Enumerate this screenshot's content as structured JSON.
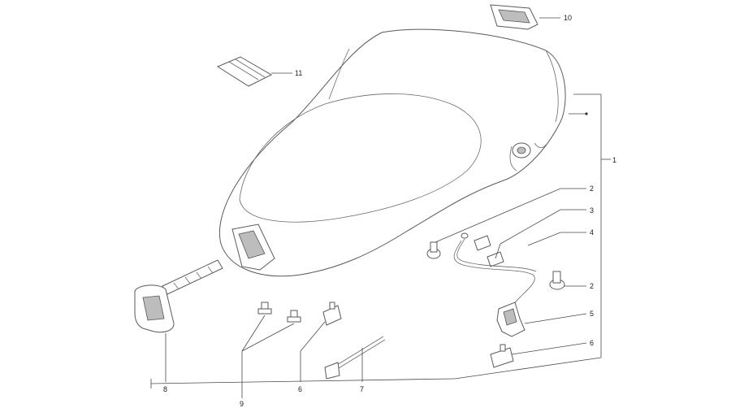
{
  "callouts": [
    {
      "id": "callout-1",
      "label": "1"
    },
    {
      "id": "callout-2a",
      "label": "2"
    },
    {
      "id": "callout-3",
      "label": "3"
    },
    {
      "id": "callout-4",
      "label": "4"
    },
    {
      "id": "callout-2b",
      "label": "2"
    },
    {
      "id": "callout-5",
      "label": "5"
    },
    {
      "id": "callout-6a",
      "label": "6"
    },
    {
      "id": "callout-10",
      "label": "10"
    },
    {
      "id": "callout-11",
      "label": "11"
    },
    {
      "id": "callout-8",
      "label": "8"
    },
    {
      "id": "callout-9",
      "label": "9"
    },
    {
      "id": "callout-6b",
      "label": "6"
    },
    {
      "id": "callout-7",
      "label": "7"
    }
  ],
  "colors": {
    "line": "#5a5a5a",
    "text": "#222222",
    "background": "#ffffff"
  }
}
